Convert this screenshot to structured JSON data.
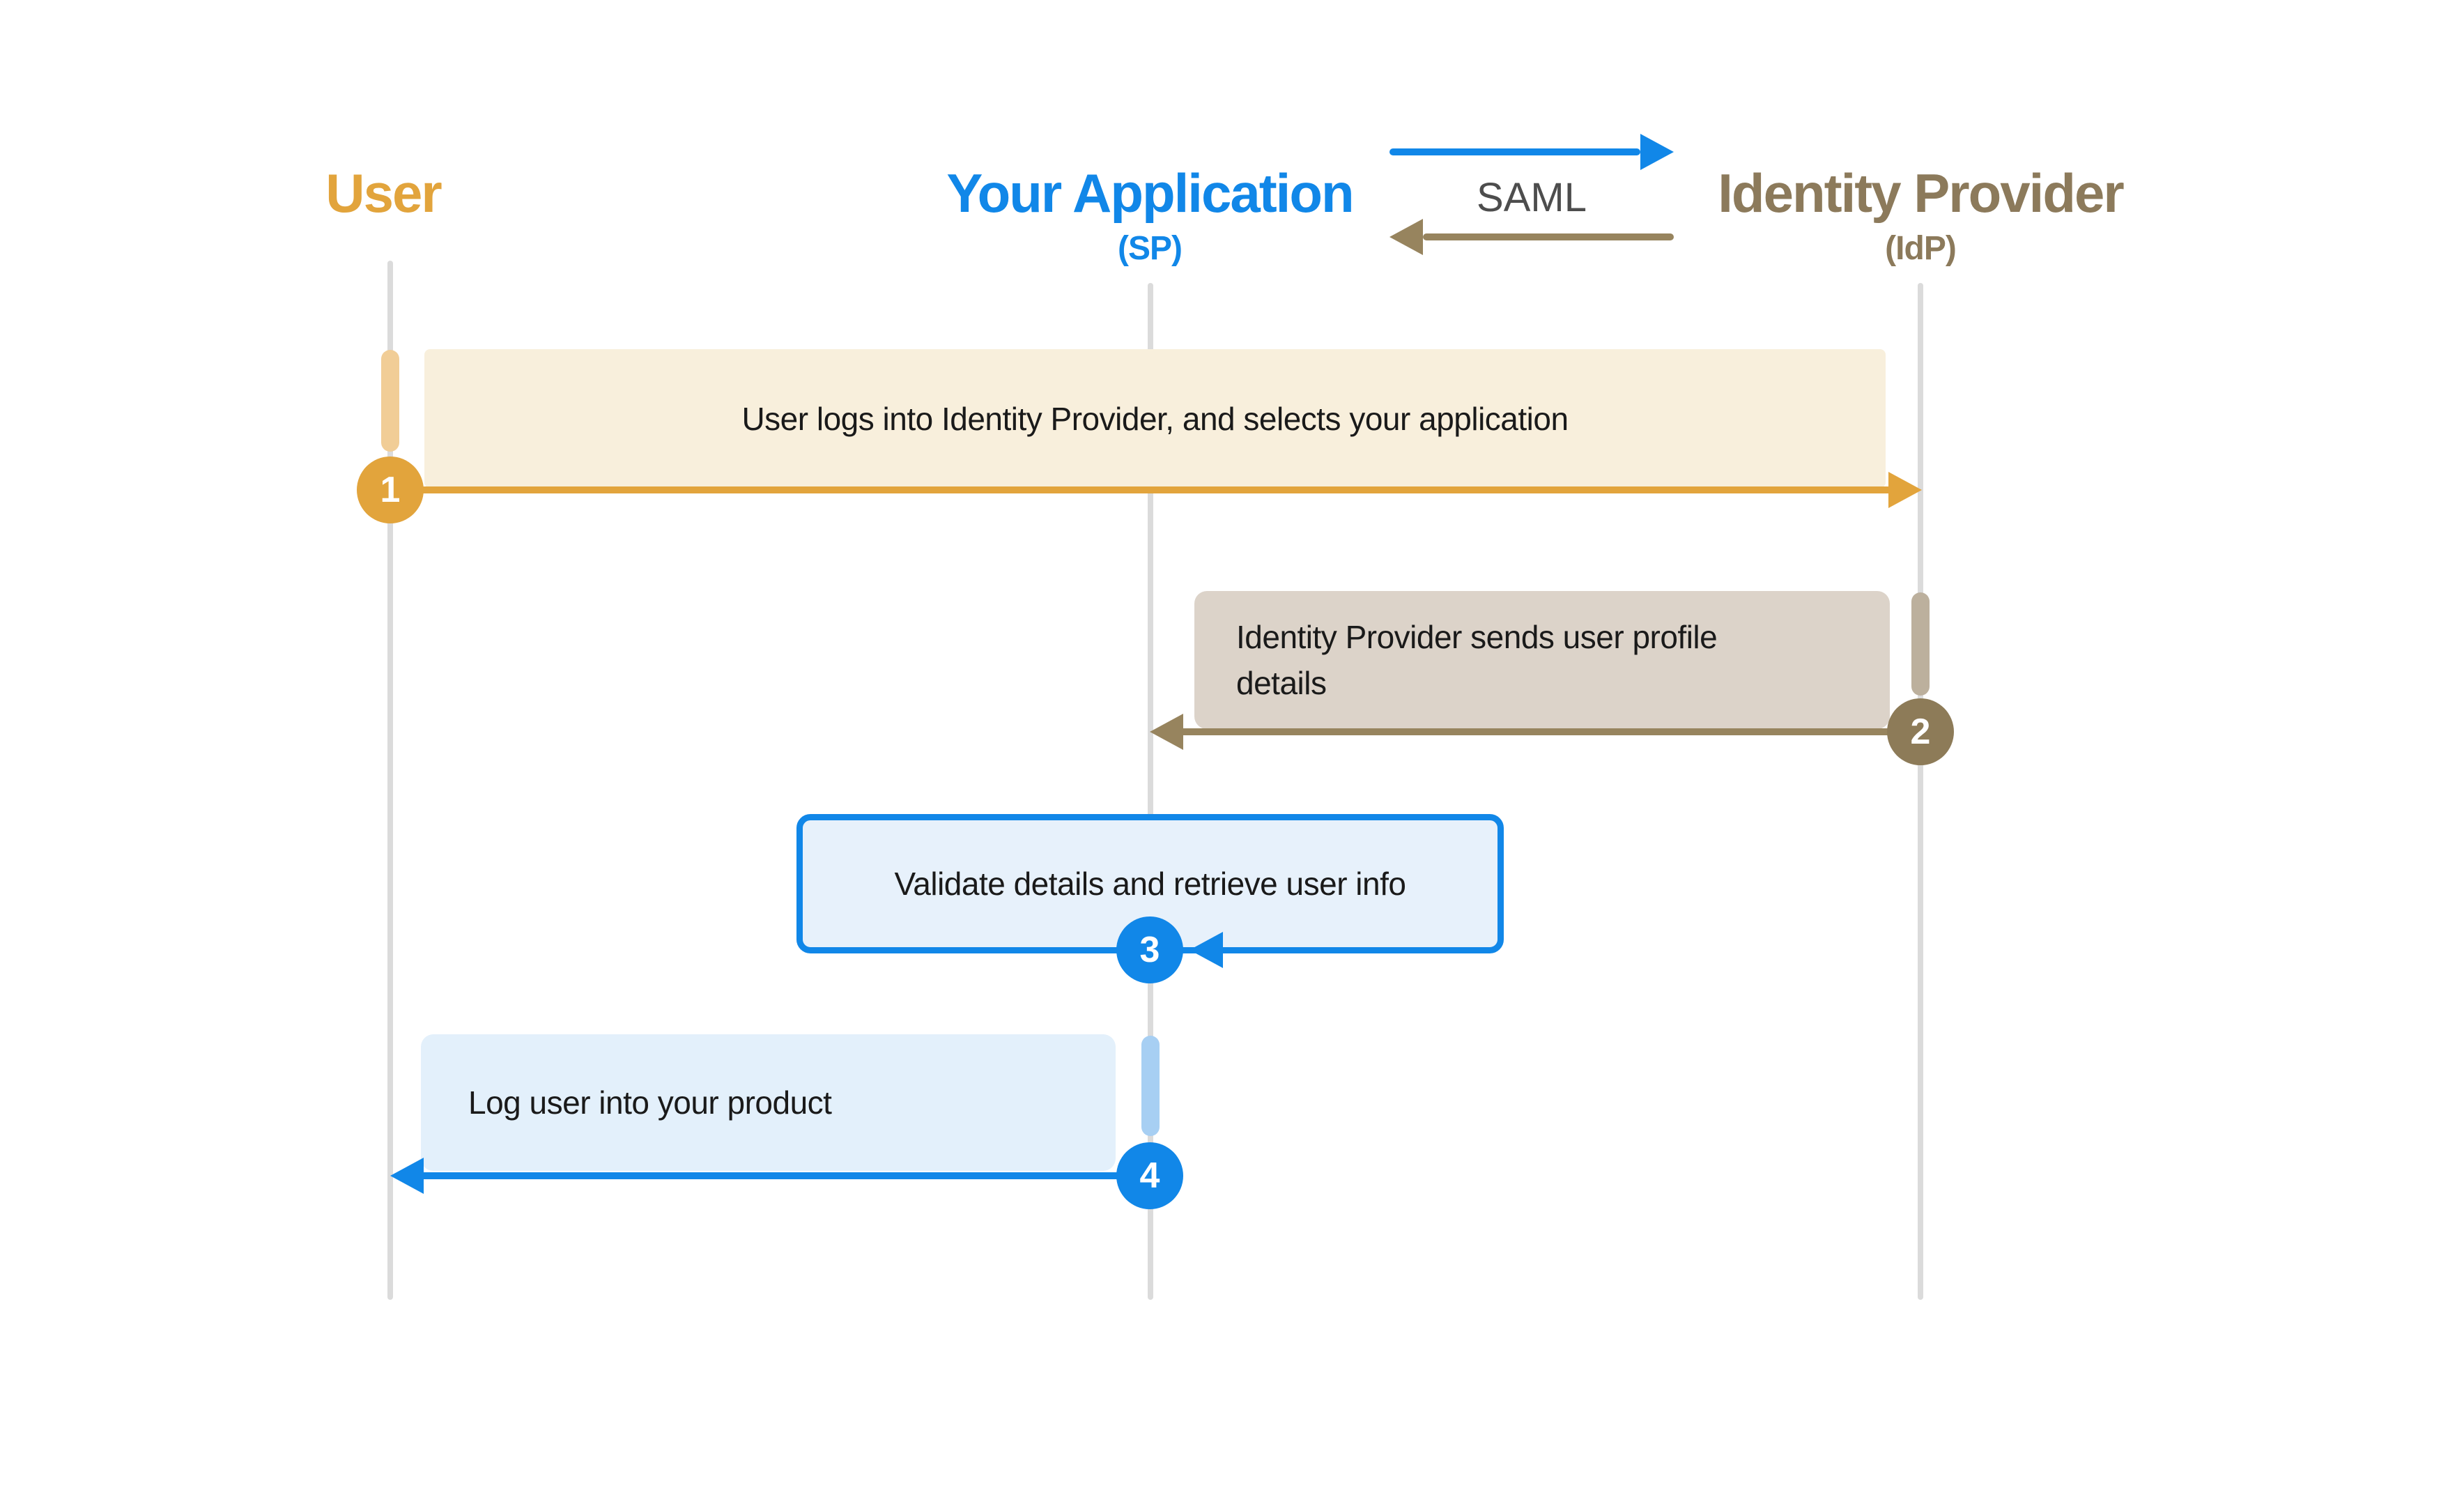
{
  "actors": [
    {
      "name": "User",
      "sub": ""
    },
    {
      "name": "Your Application",
      "sub": "(SP)"
    },
    {
      "name": "Identity Provider",
      "sub": "(IdP)"
    }
  ],
  "legend": {
    "label": "SAML"
  },
  "steps": [
    {
      "number": "1",
      "label": "User logs into Identity Provider, and selects your application",
      "from": "User",
      "to": "Identity Provider"
    },
    {
      "number": "2",
      "label": "Identity Provider sends user profile details",
      "from": "Identity Provider",
      "to": "Your Application"
    },
    {
      "number": "3",
      "label": "Validate details and retrieve user info",
      "from": "Your Application",
      "to": "Your Application"
    },
    {
      "number": "4",
      "label": "Log user into your product",
      "from": "Your Application",
      "to": "User"
    }
  ],
  "colors": {
    "orange": "#E2A43C",
    "orange-light": "#F1CD96",
    "cream": "#F8EFDC",
    "blue": "#1187E8",
    "blue-light": "#A7CFF3",
    "blue-box": "#E7F1FB",
    "blue-box-soft": "#E3F0FB",
    "brown-header": "#8C7A5B",
    "brown": "#8D7B58",
    "brown-arrow": "#97845E",
    "tan-box": "#DCD3C9",
    "tan-light": "#BCB09D",
    "lifeline": "#DBDBDB",
    "text": "#1A1A1A",
    "saml-text": "#4D4D4D"
  }
}
